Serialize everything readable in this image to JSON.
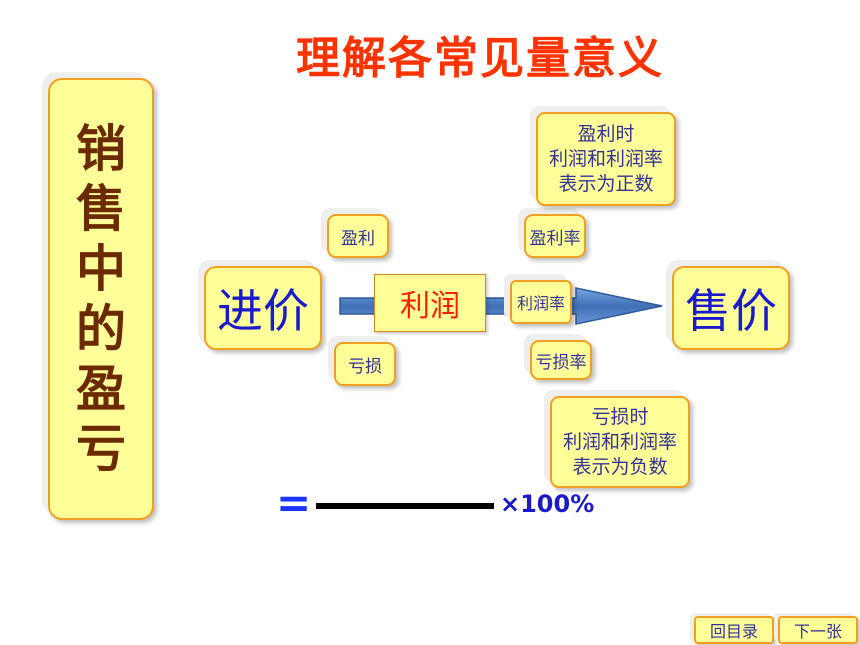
{
  "title": "理解各常见量意义",
  "side_chars": [
    "销",
    "售",
    "中",
    "的",
    "盈",
    "亏"
  ],
  "cost_price": "进价",
  "sale_price": "售价",
  "profit": "利润",
  "profit_label": "盈利",
  "loss_label": "亏损",
  "profit_rate": "盈利率",
  "profit_margin": "利润率",
  "loss_rate": "亏损率",
  "note_profit": [
    "盈利时",
    "利润和利润率",
    "表示为正数"
  ],
  "note_loss": [
    "亏损时",
    "利润和利润率",
    "表示为负数"
  ],
  "formula": {
    "equals": "=",
    "times": "×100%"
  },
  "nav": {
    "back": "回目录",
    "next": "下一张"
  },
  "colors": {
    "box_fill": "#ffff99",
    "box_border": "#f0a020",
    "arrow": "#4a7ac0",
    "title": "#ff3300"
  }
}
